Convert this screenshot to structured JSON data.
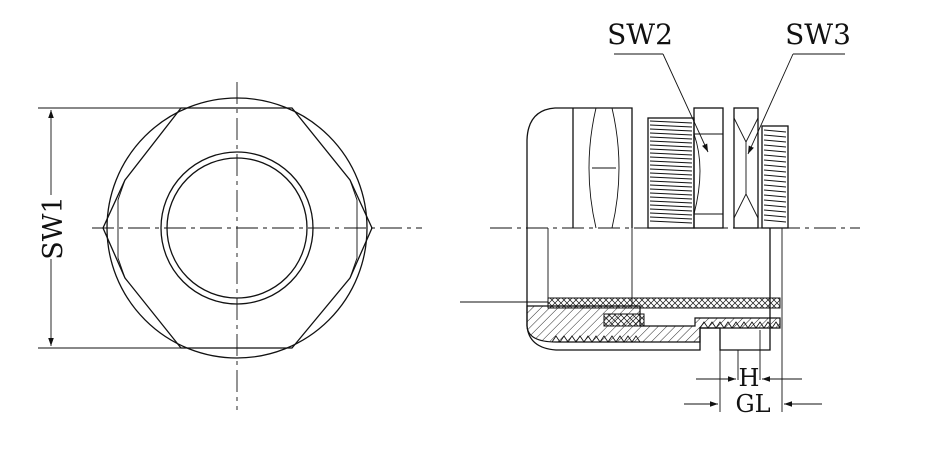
{
  "labels": {
    "sw1": "SW1",
    "sw2": "SW2",
    "sw3": "SW3",
    "h": "H",
    "gl": "GL"
  }
}
